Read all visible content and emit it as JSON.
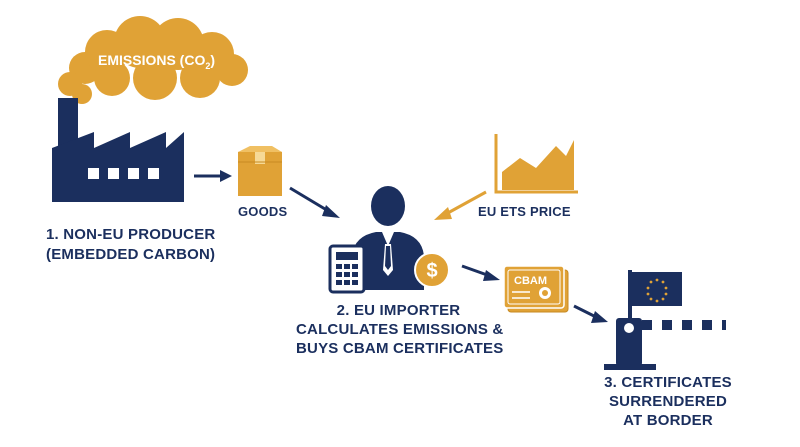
{
  "emissions": {
    "label_main": "EMISSIONS (CO",
    "label_sub": "2",
    "label_close": ")"
  },
  "producer": {
    "line1": "1. NON-EU PRODUCER",
    "line2": "(EMBEDDED CARBON)"
  },
  "goods": {
    "label": "GOODS"
  },
  "ets": {
    "label": "EU ETS PRICE"
  },
  "importer": {
    "line1": "2. EU IMPORTER",
    "line2": "CALCULATES EMISSIONS &",
    "line3": "BUYS CBAM CERTIFICATES"
  },
  "certificate": {
    "label": "CBAM"
  },
  "border": {
    "line1": "3. CERTIFICATES",
    "line2": "SURRENDERED",
    "line3": "AT BORDER"
  },
  "colors": {
    "navy": "#1b2f5e",
    "gold": "#e0a236",
    "white": "#ffffff"
  },
  "icons": [
    "cloud-icon",
    "factory-icon",
    "box-icon",
    "chart-icon",
    "person-icon",
    "calculator-icon",
    "dollar-coin-icon",
    "certificate-icon",
    "eu-flag-icon",
    "barrier-gate-icon"
  ]
}
